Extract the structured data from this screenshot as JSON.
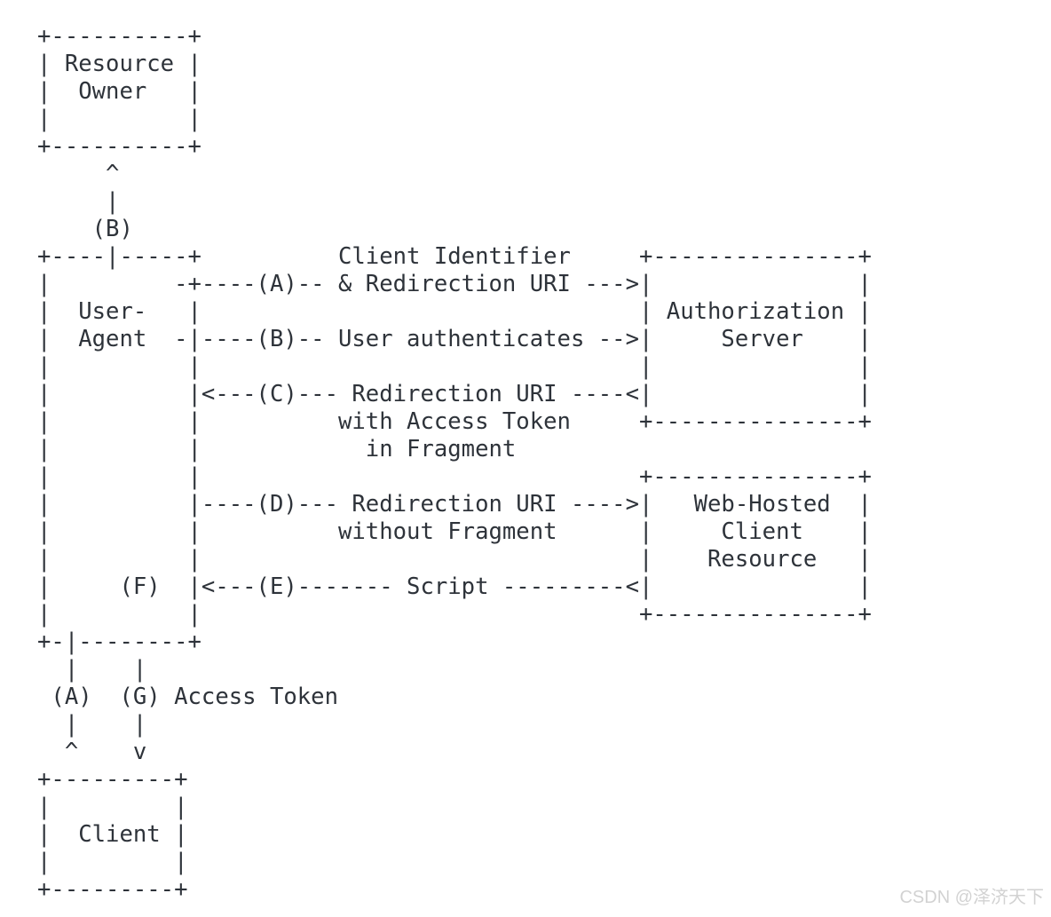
{
  "colors": {
    "bg": "#ffffff",
    "text": "#2e333a",
    "watermark": "#d2d2d2"
  },
  "diagram": {
    "lines": [
      "+----------+",
      "| Resource |",
      "|  Owner   |",
      "|          |",
      "+----------+",
      "     ^",
      "     |",
      "    (B)",
      "+----|-----+          Client Identifier     +---------------+",
      "|         -+----(A)-- & Redirection URI --->|               |",
      "|  User-   |                                | Authorization |",
      "|  Agent  -|----(B)-- User authenticates -->|     Server    |",
      "|          |                                |               |",
      "|          |<---(C)--- Redirection URI ----<|               |",
      "|          |          with Access Token     +---------------+",
      "|          |            in Fragment",
      "|          |                                +---------------+",
      "|          |----(D)--- Redirection URI ---->|   Web-Hosted  |",
      "|          |          without Fragment      |     Client    |",
      "|          |                                |    Resource   |",
      "|     (F)  |<---(E)------- Script ---------<|               |",
      "|          |                                +---------------+",
      "+-|--------+",
      "  |    |",
      " (A)  (G) Access Token",
      "  |    |",
      "  ^    v",
      "+---------+",
      "|         |",
      "|  Client |",
      "|         |",
      "+---------+"
    ],
    "entities": {
      "resource_owner": "Resource Owner",
      "user_agent": "User-Agent",
      "authorization_server": "Authorization Server",
      "web_hosted_client_resource": "Web-Hosted Client Resource",
      "client": "Client"
    },
    "flow_labels": {
      "A": "Client Identifier & Redirection URI",
      "B": "User authenticates",
      "C": "Redirection URI with Access Token in Fragment",
      "D": "Redirection URI without Fragment",
      "E": "Script",
      "G": "Access Token"
    }
  },
  "watermark": {
    "text": "CSDN @泽济天下"
  }
}
